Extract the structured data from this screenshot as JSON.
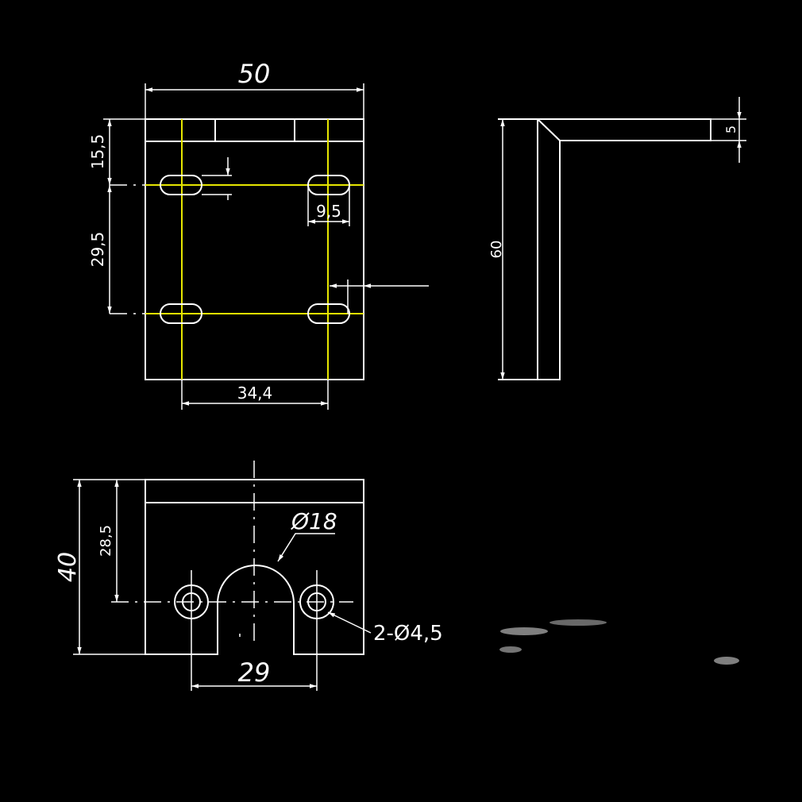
{
  "dimensions": {
    "top_width": "50",
    "top_offset": "15,5",
    "hole_spacing_vertical": "29,5",
    "slot_length": "9,5",
    "hole_spacing_horizontal": "34,4",
    "side_height": "60",
    "thickness": "5",
    "front_height": "40",
    "hole_height": "28,5",
    "arch_diameter": "Ø18",
    "bottom_width": "29",
    "hole_callout": "2-Ø4,5"
  },
  "colors": {
    "background": "#000000",
    "outline": "#ffffff",
    "centerline": "#e6e600"
  }
}
